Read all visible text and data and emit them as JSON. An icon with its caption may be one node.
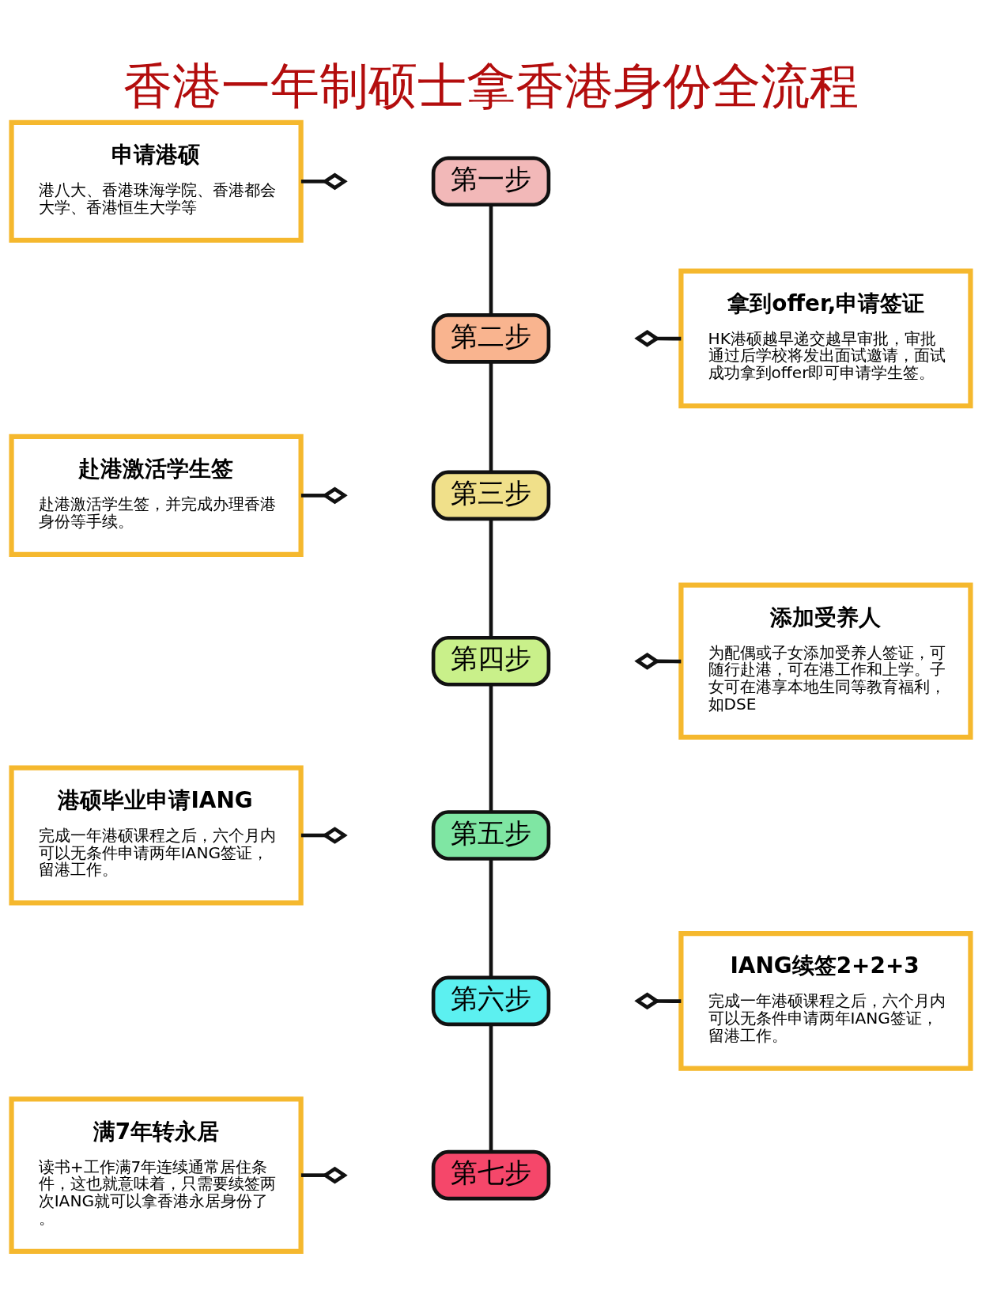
{
  "diagram": {
    "title": "香港一年制硕士拿香港身份全流程",
    "nodes": [
      {
        "text": [
          "第一步"
        ]
      },
      {
        "text": [
          "第二步"
        ]
      },
      {
        "text": [
          "第三步"
        ]
      },
      {
        "text": [
          "第四步"
        ]
      },
      {
        "text": [
          "第五步"
        ]
      },
      {
        "text": [
          "第六步"
        ]
      },
      {
        "text": [
          "第七步"
        ]
      },
      {
        "text": [
          "申请港硕",
          "港八大、香港珠海学院、香港都会大学、香港恒生大学等"
        ]
      },
      {
        "text": [
          "拿到offer,申请签证",
          "HK港硕越早递交越早审批，审批通过后学校将发出面试邀请，面试成功拿到offer即可申请学生签。"
        ]
      },
      {
        "text": [
          "赴港激活学生签",
          "赴港激活学生签，并完成办理香港身份等手续。"
        ]
      },
      {
        "text": [
          "添加受养人",
          "为配偶或子女添加受养人签证，可随行赴港，可在港工作和上学。子女可在港享本地生同等教育福利，如DSE"
        ]
      },
      {
        "text": [
          "港硕毕业申请IANG",
          "完成一年港硕课程之后，六个月内可以无条件申请两年IANG签证，留港工作。"
        ]
      },
      {
        "text": [
          "IANG续签2+2+3",
          "完成一年港硕课程之后，六个月内可以无条件申请两年IANG签证，留港工作。"
        ]
      },
      {
        "text": [
          "满7年转永居",
          "读书+工作满7年连续通常居住条件，这也就意味着，只需要续签两次IANG就可以拿香港永居身份了。"
        ]
      }
    ],
    "edges": [
      {
        "from": 0,
        "to": 1,
        "arrow": "none"
      },
      {
        "from": 1,
        "to": 2,
        "arrow": "none"
      },
      {
        "from": 2,
        "to": 3,
        "arrow": "none"
      },
      {
        "from": 3,
        "to": 4,
        "arrow": "none"
      },
      {
        "from": 4,
        "to": 5,
        "arrow": "none"
      },
      {
        "from": 5,
        "to": 6,
        "arrow": "none"
      },
      {
        "from": 7,
        "to": null,
        "arrow": "other"
      },
      {
        "from": 8,
        "to": null,
        "arrow": "other"
      },
      {
        "from": 9,
        "to": null,
        "arrow": "other"
      },
      {
        "from": 10,
        "to": null,
        "arrow": "other"
      },
      {
        "from": 11,
        "to": null,
        "arrow": "other"
      },
      {
        "from": 12,
        "to": null,
        "arrow": "other"
      },
      {
        "from": 13,
        "to": null,
        "arrow": "other"
      }
    ]
  }
}
